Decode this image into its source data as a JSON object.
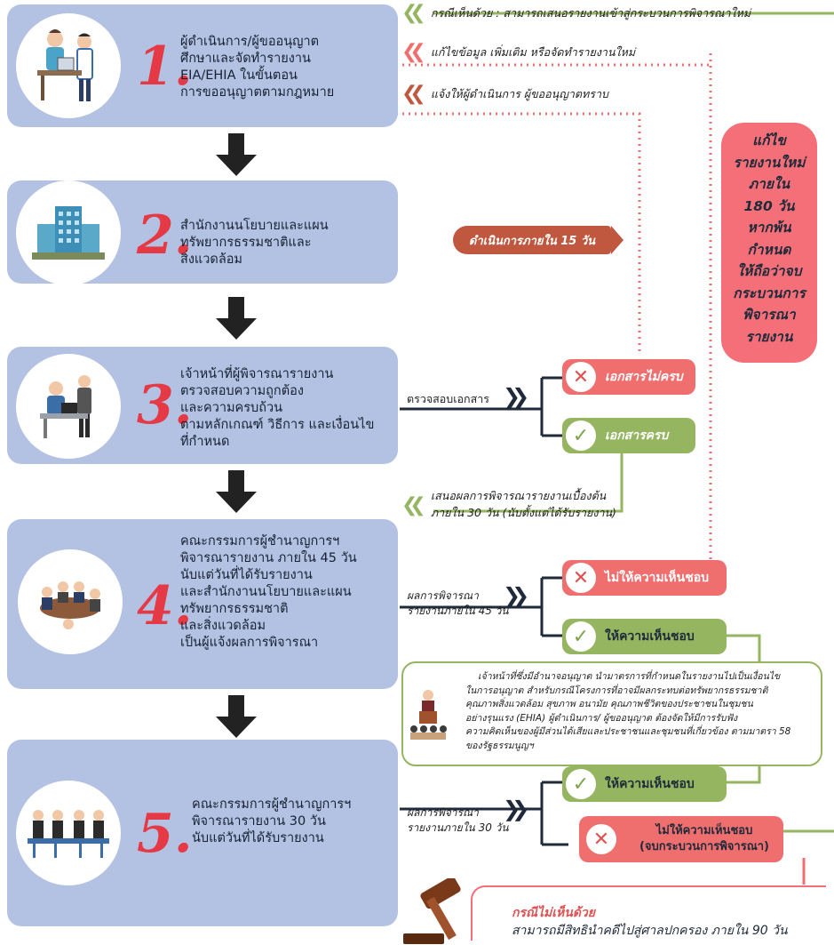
{
  "feedback": {
    "row1": "กรณีเห็นด้วย : สามารถเสนอรายงานเข้าสู่กระบวนการพิจารณาใหม่",
    "row2": "แก้ไขข้อมูล เพิ่มเติม หรือจัดทำรายงานใหม่",
    "row3": "แจ้งให้ผู้ดำเนินการ ผู้ขออนุญาตทราบ",
    "row4_line1": "เสนอผลการพิจารณารายงานเบื้องต้น",
    "row4_line2": "ภายใน 30 วัน (นับตั้งแต่ได้รับรายงาน)"
  },
  "steps": [
    {
      "num": "1.",
      "lines": [
        "ผู้ดำเนินการ/ผู้ขออนุญาต",
        "ศึกษาและจัดทำรายงาน",
        "EIA/EHIA ในขั้นตอน",
        "การขออนุญาตตามกฎหมาย"
      ]
    },
    {
      "num": "2.",
      "lines": [
        "สำนักงานนโยบายและแผน",
        "ทรัพยากรธรรมชาติและ",
        "สิ่งแวดล้อม"
      ]
    },
    {
      "num": "3.",
      "lines": [
        "เจ้าหน้าที่ผู้พิจารณารายงาน",
        "ตรวจสอบความถูกต้อง",
        "และความครบถ้วน",
        "ตามหลักเกณฑ์ วิธีการ และเงื่อนไข",
        "ที่กำหนด"
      ]
    },
    {
      "num": "4.",
      "lines": [
        "คณะกรรมการผู้ชำนาญการฯ",
        "พิจารณารายงาน ภายใน 45 วัน",
        "นับแต่วันที่ได้รับรายงาน",
        "และสำนักงานนโยบายและแผน",
        "ทรัพยากรธรรมชาติ",
        "และสิ่งแวดล้อม",
        "เป็นผู้แจ้งผลการพิจารณา"
      ]
    },
    {
      "num": "5.",
      "lines": [
        "คณะกรรมการผู้ชำนาญการฯ",
        "พิจารณารายงาน 30 วัน",
        "นับแต่วันที่ได้รับรายงาน"
      ]
    }
  ],
  "within15": "ดำเนินการภายใน 15 วัน",
  "revise_box": [
    "แก้ไข",
    "รายงานใหม่",
    "ภายใน",
    "180 วัน",
    "หากพ้น",
    "กำหนด",
    "ให้ถือว่าจบ",
    "กระบวนการ",
    "พิจารณา",
    "รายงาน"
  ],
  "check_docs": "ตรวจสอบเอกสาร",
  "docs_incomplete": "เอกสารไม่ครบ",
  "docs_complete": "เอกสารครบ",
  "result45_line1": "ผลการพิจารณา",
  "result45_line2": "รายงานภายใน 45 วัน",
  "no_approve": "ไม่ให้ความเห็นชอบ",
  "approve": "ให้ความเห็นชอบ",
  "authority_note": [
    "เจ้าหน้าที่ซึ่งมีอำนาจอนุญาต นำมาตรการที่กำหนดในรายงานไปเป็นเงื่อนไข",
    "ในการอนุญาต สำหรับกรณีโครงการที่อาจมีผลกระทบต่อทรัพยากรธรรมชาติ",
    "คุณภาพสิ่งแวดล้อม สุขภาพ อนามัย คุณภาพชีวิตของประชาชนในชุมชน",
    "อย่างรุนแรง (EHIA) ผู้ดำเนินการ/ ผู้ขออนุญาต ต้องจัดให้มีการรับฟัง",
    "ความคิดเห็นของผู้มีส่วนได้เสียและประชาชนและชุมชนที่เกี่ยวข้อง ตามมาตรา 58",
    "ของรัฐธรรมนูญฯ"
  ],
  "result30_line1": "ผลการพิจารณา",
  "result30_line2": "รายงานภายใน 30 วัน",
  "approve2": "ให้ความเห็นชอบ",
  "no_approve2_line1": "ไม่ให้ความเห็นชอบ",
  "no_approve2_line2": "(จบกระบวนการพิจารณา)",
  "disagree_title": "กรณีไม่เห็นด้วย",
  "disagree_text": "สามารถมีสิทธินำคดีไปสู่ศาลปกครอง ภายใน 90 วัน",
  "colors": {
    "box": "#b3c2e3",
    "red": "#ef6f6f",
    "green": "#95b560",
    "dark": "#1f2a3a",
    "brown": "#c0583f",
    "salmon": "#f56f78"
  }
}
